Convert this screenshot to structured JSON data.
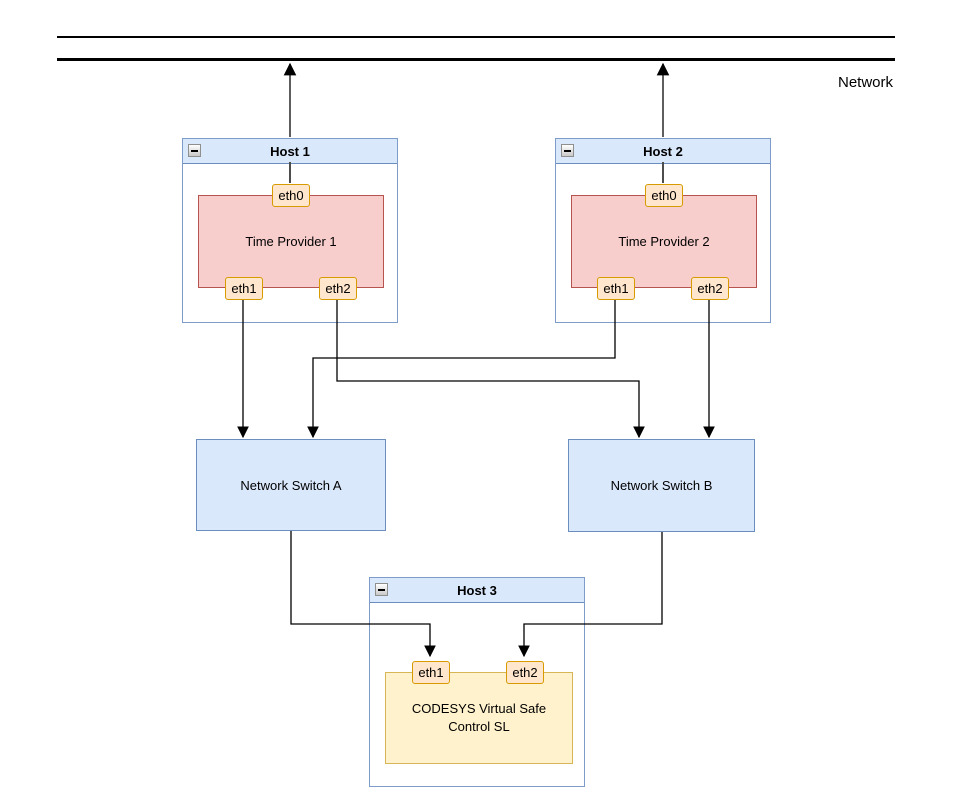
{
  "network": {
    "label": "Network"
  },
  "hosts": [
    {
      "title": "Host 1",
      "component": {
        "label": "Time Provider 1",
        "kind": "time-provider"
      },
      "ports": [
        "eth0",
        "eth1",
        "eth2"
      ]
    },
    {
      "title": "Host 2",
      "component": {
        "label": "Time Provider 2",
        "kind": "time-provider"
      },
      "ports": [
        "eth0",
        "eth1",
        "eth2"
      ]
    },
    {
      "title": "Host 3",
      "component": {
        "label": "CODESYS Virtual Safe Control SL",
        "kind": "safe-control"
      },
      "ports": [
        "eth1",
        "eth2"
      ]
    }
  ],
  "switches": [
    {
      "label": "Network Switch A"
    },
    {
      "label": "Network Switch B"
    }
  ],
  "connections": [
    {
      "from": "Host 1 / eth0",
      "to": "Network"
    },
    {
      "from": "Host 2 / eth0",
      "to": "Network"
    },
    {
      "from": "Host 1 / eth1",
      "to": "Network Switch A"
    },
    {
      "from": "Host 1 / eth2",
      "to": "Network Switch B"
    },
    {
      "from": "Host 2 / eth1",
      "to": "Network Switch A"
    },
    {
      "from": "Host 2 / eth2",
      "to": "Network Switch B"
    },
    {
      "from": "Network Switch A",
      "to": "Host 3 / eth1"
    },
    {
      "from": "Network Switch B",
      "to": "Host 3 / eth2"
    }
  ],
  "palette": {
    "host_fill": "#ffffff",
    "host_stroke": "#6c8ebf",
    "host_titlebar_fill": "#dae8fc",
    "component_red_fill": "#f8cecc",
    "component_red_stroke": "#b85450",
    "component_yellow_fill": "#fff2cc",
    "component_yellow_stroke": "#d6b656",
    "port_fill": "#ffe6cc",
    "port_stroke": "#d79b00",
    "switch_fill": "#dae8fc",
    "switch_stroke": "#6c8ebf",
    "connector": "#000000"
  }
}
